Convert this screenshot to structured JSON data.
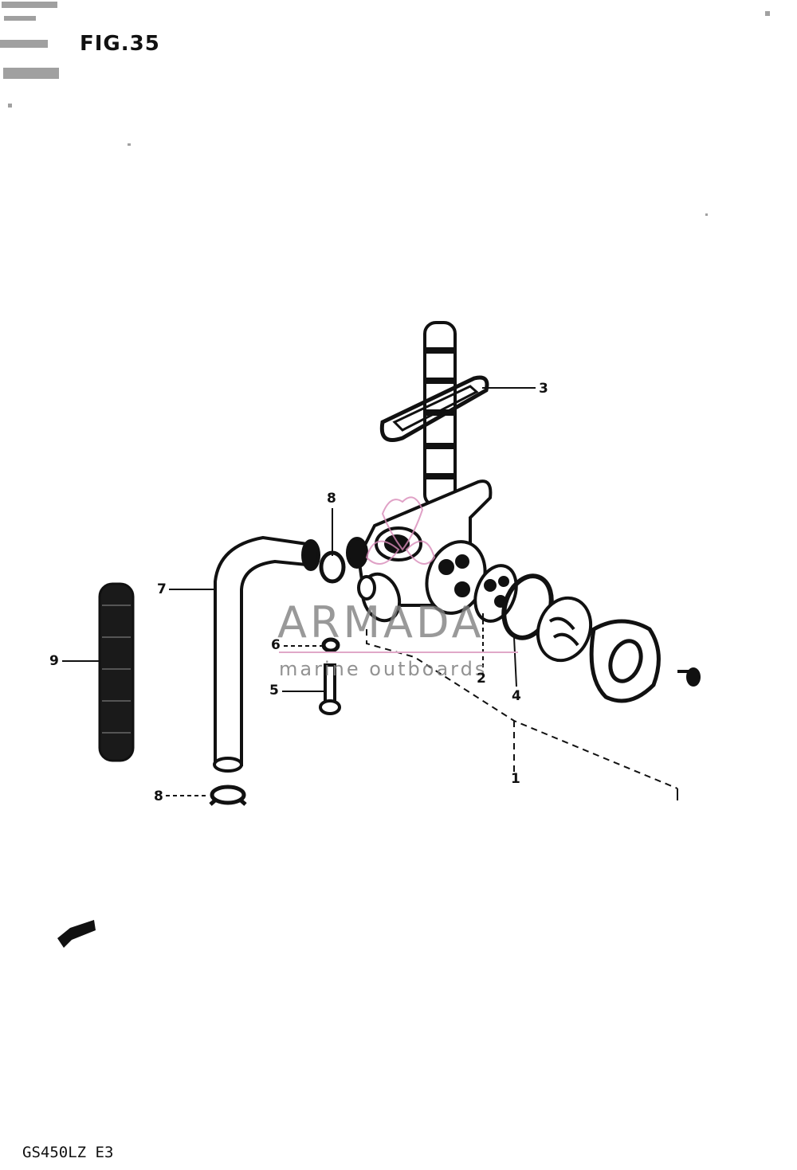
{
  "figure": {
    "title": "FIG.35"
  },
  "footer": {
    "model_code": "GS450LZ E3"
  },
  "watermark": {
    "brand": "ARMADA",
    "tagline": "marine outboards"
  },
  "callouts": [
    {
      "id": "c1",
      "label": "1"
    },
    {
      "id": "c2",
      "label": "2"
    },
    {
      "id": "c3",
      "label": "3"
    },
    {
      "id": "c4",
      "label": "4"
    },
    {
      "id": "c5",
      "label": "5"
    },
    {
      "id": "c6",
      "label": "6"
    },
    {
      "id": "c7",
      "label": "7"
    },
    {
      "id": "c8a",
      "label": "8"
    },
    {
      "id": "c8b",
      "label": "8"
    },
    {
      "id": "c9",
      "label": "9"
    }
  ],
  "colors": {
    "ink": "#111111",
    "watermark_text": "#808080",
    "watermark_accent": "#e0a8c8"
  }
}
